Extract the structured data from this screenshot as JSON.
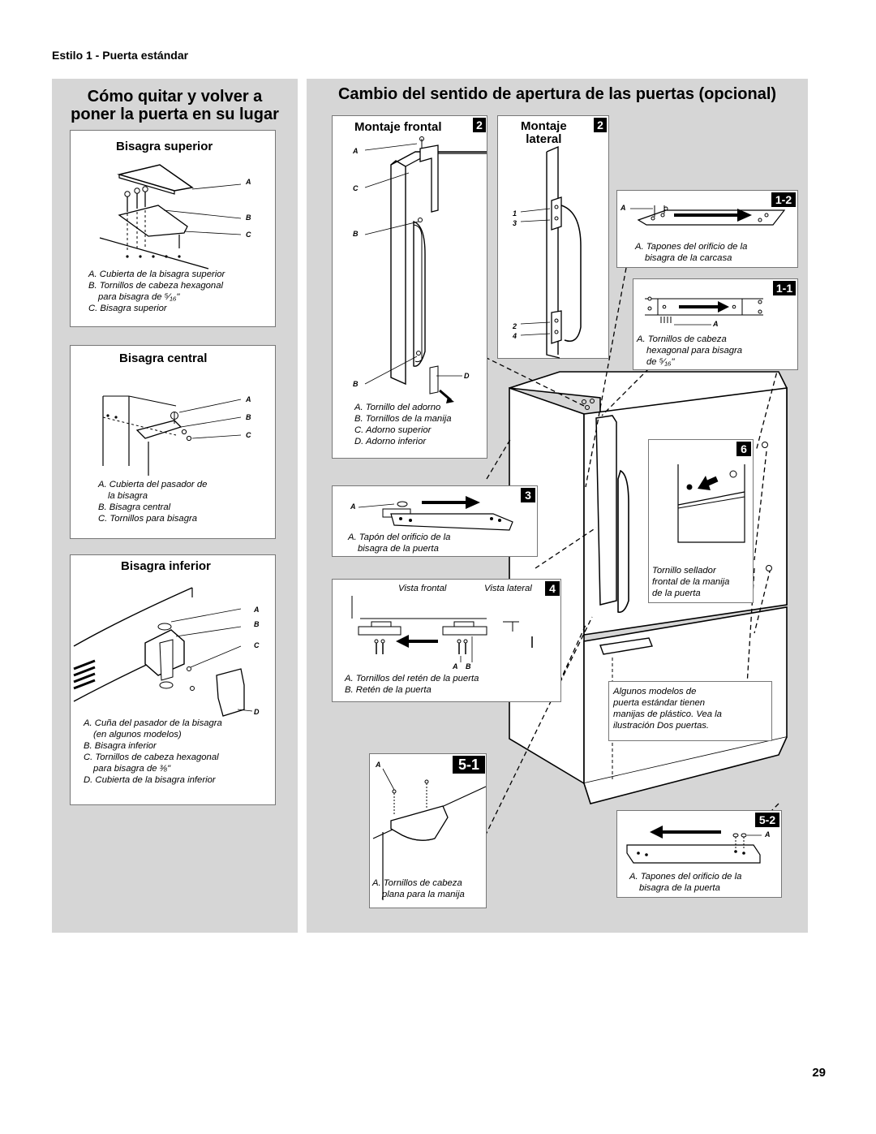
{
  "style_label": "Estilo 1 - Puerta estándar",
  "left": {
    "title_line1": "Cómo quitar y volver a",
    "title_line2": "poner la puerta en su lugar",
    "top_hinge": {
      "title": "Bisagra superior",
      "labels": [
        "A",
        "B",
        "C"
      ],
      "captions": [
        "A. Cubierta de la bisagra superior",
        "B. Tornillos de cabeza hexagonal",
        "para bisagra de ⁵⁄₁₆\"",
        "C. Bisagra superior"
      ]
    },
    "center_hinge": {
      "title": "Bisagra central",
      "labels": [
        "A",
        "B",
        "C"
      ],
      "captions": [
        "A. Cubierta del pasador de",
        "la bisagra",
        "B. Bisagra central",
        "C. Tornillos para bisagra"
      ]
    },
    "bottom_hinge": {
      "title": "Bisagra inferior",
      "labels": [
        "A",
        "B",
        "C",
        "D"
      ],
      "captions": [
        "A. Cuña del pasador de la bisagra",
        "(en algunos modelos)",
        "B. Bisagra inferior",
        "C. Tornillos de cabeza hexagonal",
        "para bisagra de ⅜\"",
        "D. Cubierta de la bisagra inferior"
      ]
    }
  },
  "right": {
    "title": "Cambio del sentido de apertura de las puertas (opcional)",
    "front_mount": {
      "title": "Montaje frontal",
      "badge": "2",
      "labels": [
        "A",
        "C",
        "B",
        "B",
        "D"
      ],
      "captions": [
        "A. Tornillo del adorno",
        "B. Tornillos de la manija",
        "C. Adorno superior",
        "D. Adorno inferior"
      ]
    },
    "side_mount": {
      "title_line1": "Montaje",
      "title_line2": "lateral",
      "badge": "2",
      "labels": [
        "1",
        "3",
        "2",
        "4"
      ]
    },
    "step_1_2": {
      "badge": "1-2",
      "label": "A",
      "captions": [
        "A. Tapones del orificio de la",
        "bisagra de la carcasa"
      ]
    },
    "step_1_1": {
      "badge": "1-1",
      "label": "A",
      "captions": [
        "A. Tornillos de cabeza",
        "hexagonal para bisagra",
        "de ⁵⁄₁₆\""
      ]
    },
    "step_6": {
      "badge": "6",
      "captions": [
        "Tornillo sellador",
        "frontal de la manija",
        "de la puerta"
      ]
    },
    "step_3": {
      "badge": "3",
      "label": "A",
      "captions": [
        "A. Tapón del orificio de la",
        "bisagra de la puerta"
      ]
    },
    "step_4": {
      "badge": "4",
      "view_front": "Vista frontal",
      "view_side": "Vista lateral",
      "label_a": "A",
      "label_b": "B",
      "captions": [
        "A. Tornillos del retén de la puerta",
        "B. Retén de la puerta"
      ]
    },
    "note": [
      "Algunos modelos de",
      "puerta estándar tienen",
      "manijas de plástico. Vea la",
      "ilustración Dos puertas."
    ],
    "step_5_1": {
      "badge": "5-1",
      "label": "A",
      "captions": [
        "A. Tornillos de cabeza",
        "plana para la manija"
      ]
    },
    "step_5_2": {
      "badge": "5-2",
      "label": "A",
      "captions": [
        "A. Tapones del orificio de la",
        "bisagra de la puerta"
      ]
    }
  },
  "page_number": "29"
}
